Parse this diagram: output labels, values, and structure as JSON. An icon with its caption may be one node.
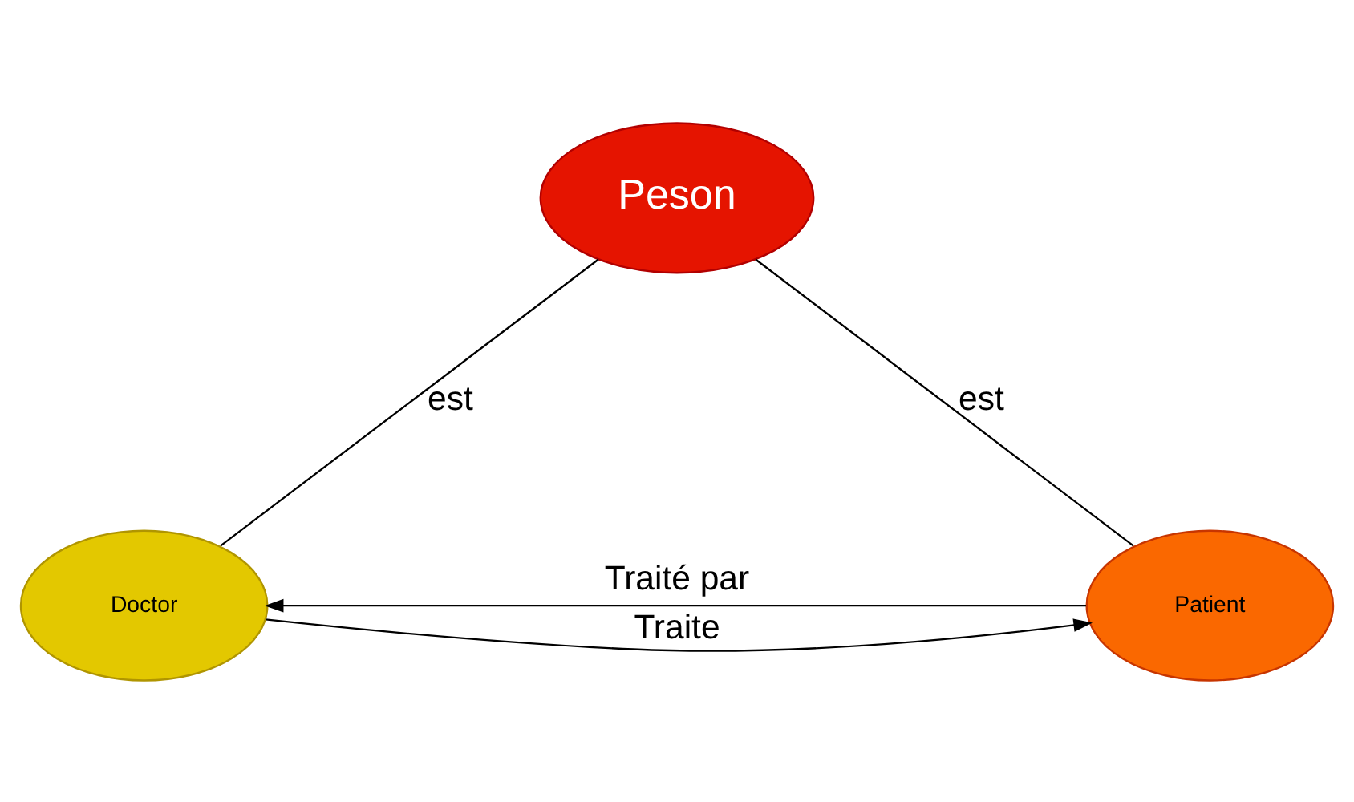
{
  "diagram": {
    "nodes": [
      {
        "text": [
          "Peson"
        ]
      },
      {
        "text": [
          "Doctor"
        ]
      },
      {
        "text": [
          "Patient"
        ]
      }
    ],
    "edges": [
      {
        "from": 0,
        "to": 1,
        "arrow": "none",
        "label": "est"
      },
      {
        "from": 0,
        "to": 2,
        "arrow": "none",
        "label": "est"
      },
      {
        "from": 1,
        "to": 2,
        "arrow": "to",
        "label": "Traite"
      },
      {
        "from": 2,
        "to": 1,
        "arrow": "to",
        "label": "Traité par"
      }
    ]
  }
}
